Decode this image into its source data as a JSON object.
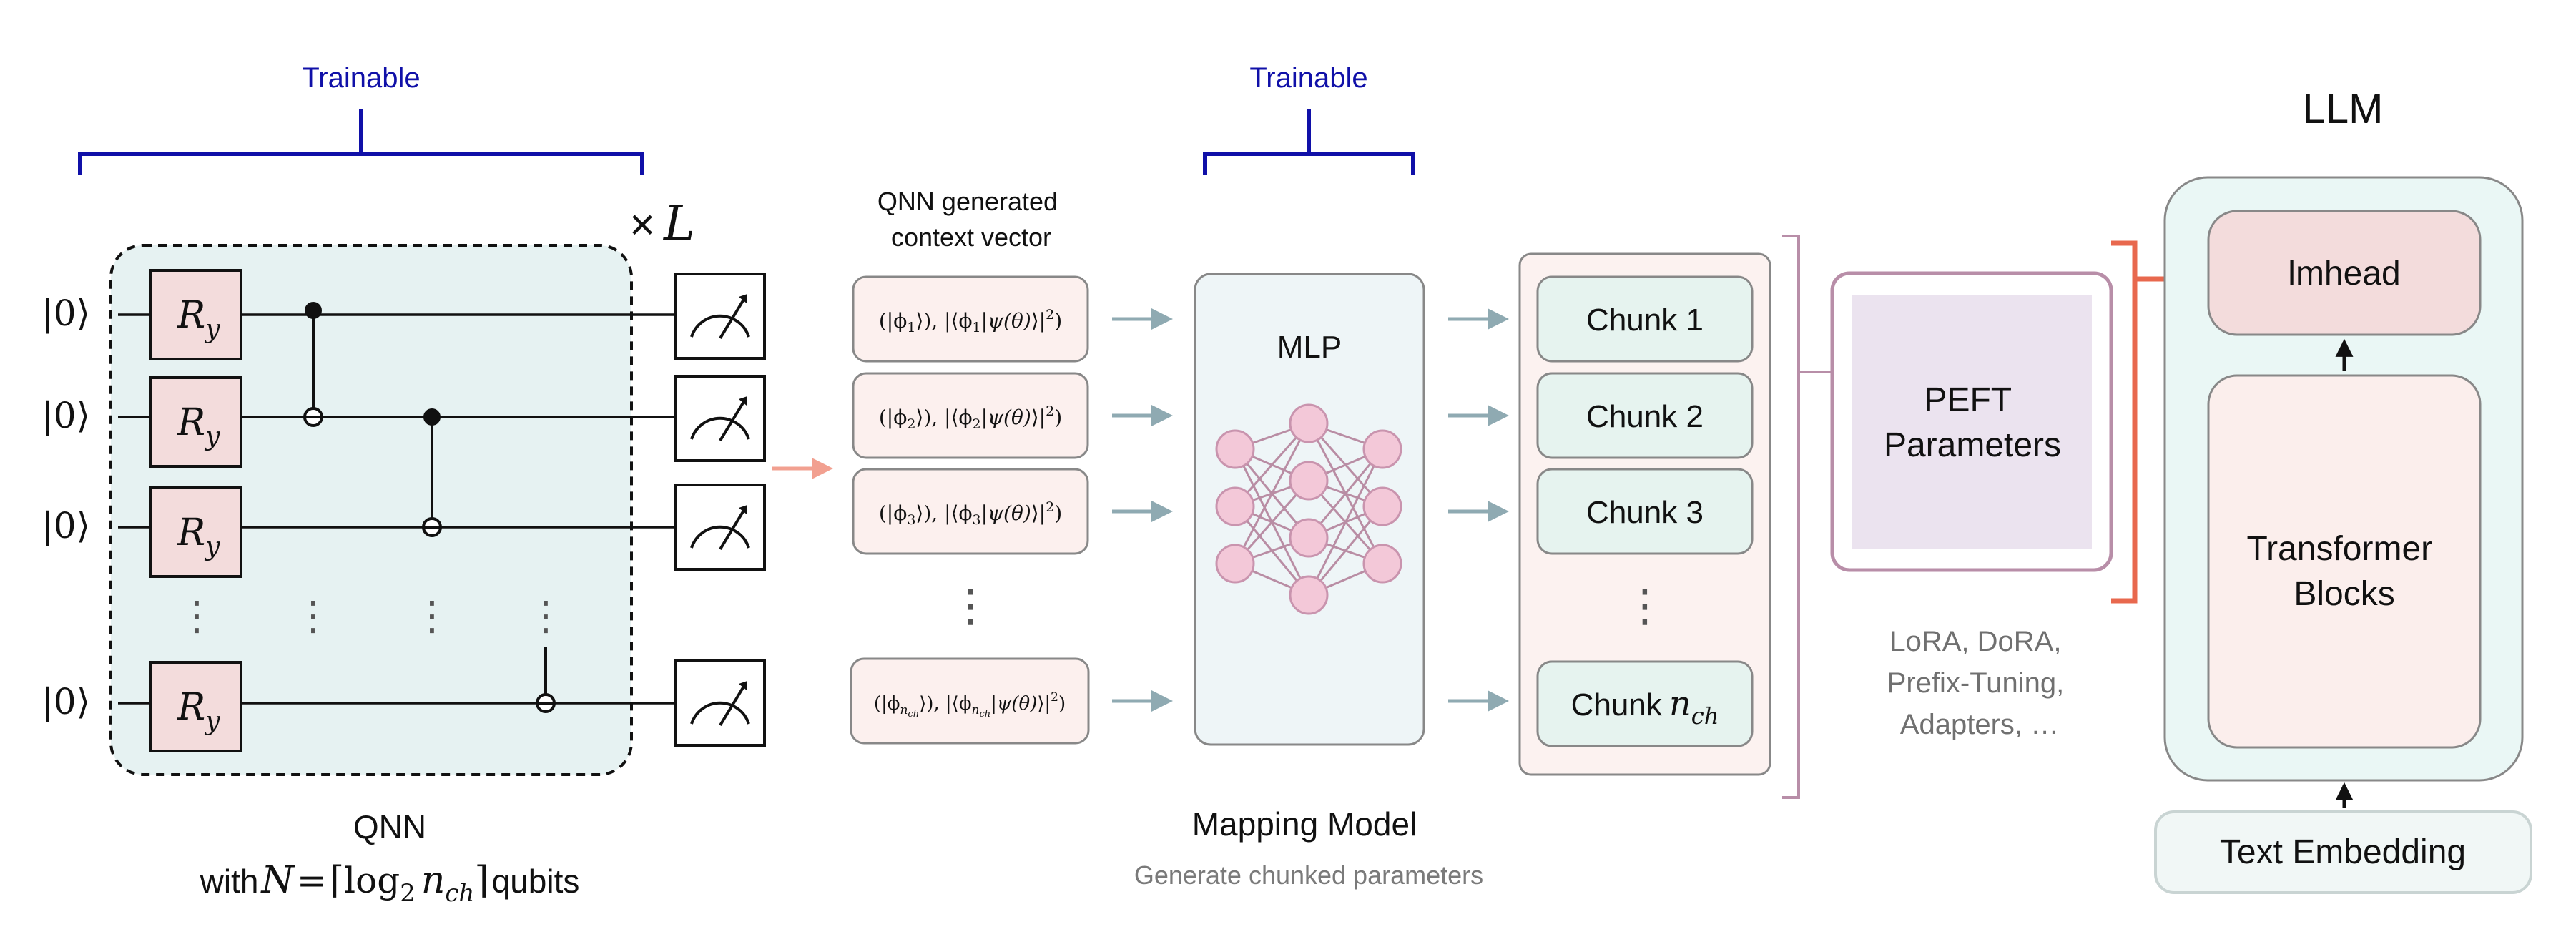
{
  "diagram": {
    "colors": {
      "trainable_blue": "#1010a8",
      "rotation_fill": "#f3dcdc",
      "qnn_panel_fill": "#e6f2f2",
      "vector_fill": "#fcf0ee",
      "mlp_fill": "#eef5f7",
      "chunk_fill": "#e6f3ef",
      "chunks_panel_fill": "#fcf2f0",
      "peft_inner_fill": "#ebe3ef",
      "peft_border": "#b88ea8",
      "llm_outer_fill": "#eaf7f5",
      "lmhead_fill": "#f3dcdc",
      "transformer_fill": "#fbeeec",
      "accent_orange": "#e8684e",
      "arrow_gray": "#8faab2",
      "neuron_fill": "#f3c8d8"
    },
    "qnn": {
      "trainable_label": "Trainable",
      "repeat_times": "×",
      "repeat_var": "L",
      "ket_labels": [
        "|0⟩",
        "|0⟩",
        "|0⟩",
        "|0⟩"
      ],
      "gate_label_main": "R",
      "gate_label_sub": "y",
      "dots": "⋮",
      "caption_line1": "QNN",
      "caption_with": "with",
      "caption_N": "N",
      "caption_eq": "=",
      "caption_lceil": "⌈",
      "caption_log": "log",
      "caption_log_sub": "2",
      "caption_n": "n",
      "caption_n_sub": "ch",
      "caption_rceil": "⌉",
      "caption_qubits": "qubits",
      "meter_icon": "measurement-meter-icon"
    },
    "context_vector": {
      "heading_line1": "QNN generated",
      "heading_line2": "context vector",
      "entries": [
        {
          "phi_sub": "1"
        },
        {
          "phi_sub": "2"
        },
        {
          "phi_sub": "3"
        },
        {
          "phi_sub": "n"
        }
      ],
      "entry_last_subsub": "ch",
      "open_paren": "(",
      "ket_phi": "|ϕ",
      "ket_close": "⟩",
      "comma_abs": "), |⟨",
      "bar": "|",
      "psi_theta": "ψ(θ)",
      "close_abs": "⟩|",
      "sq": "2",
      "close_paren": ")",
      "dots": "⋮"
    },
    "mapping": {
      "trainable_label": "Trainable",
      "mlp_label": "MLP",
      "title": "Mapping Model",
      "subtitle": "Generate chunked parameters",
      "icon": "neural-network-icon"
    },
    "chunks": {
      "items": [
        "Chunk 1",
        "Chunk 2",
        "Chunk 3"
      ],
      "last_prefix": "Chunk",
      "last_var": "n",
      "last_sub": "ch",
      "dots": "⋮"
    },
    "peft": {
      "line1": "PEFT",
      "line2": "Parameters",
      "methods": [
        "LoRA, DoRA,",
        "Prefix-Tuning,",
        "Adapters, …"
      ]
    },
    "llm": {
      "title": "LLM",
      "lmhead": "lmhead",
      "transformer_line1": "Transformer",
      "transformer_line2": "Blocks",
      "embedding": "Text Embedding"
    }
  }
}
